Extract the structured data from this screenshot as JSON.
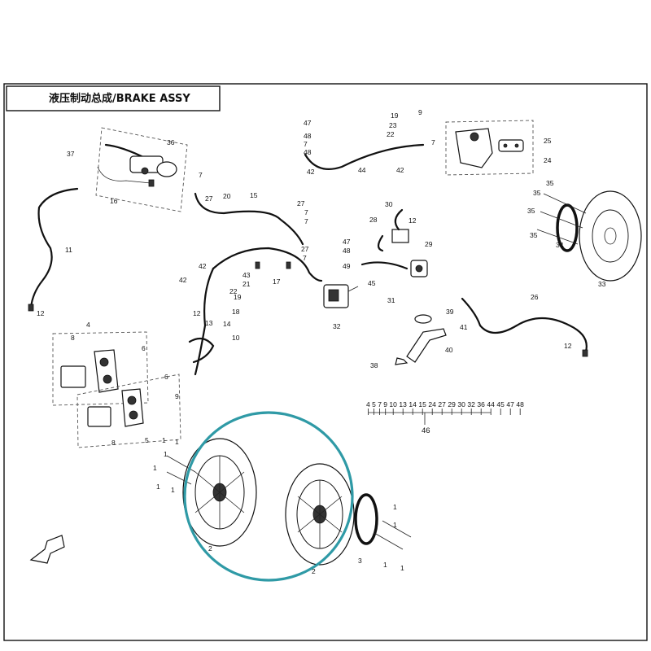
{
  "title": "液压制动总成/BRAKE ASSY",
  "group_numbers": [
    "4",
    "5",
    "7",
    "9",
    "10",
    "13",
    "14",
    "15",
    "24",
    "27",
    "29",
    "30",
    "32",
    "36",
    "44",
    "45",
    "47",
    "48"
  ],
  "group_label": "46",
  "callouts": [
    {
      "id": "c36",
      "label": "36"
    },
    {
      "id": "c37",
      "label": "37"
    },
    {
      "id": "c16",
      "label": "16"
    },
    {
      "id": "c7a",
      "label": "7"
    },
    {
      "id": "c27a",
      "label": "27"
    },
    {
      "id": "c20",
      "label": "20"
    },
    {
      "id": "c15",
      "label": "15"
    },
    {
      "id": "c11",
      "label": "11"
    },
    {
      "id": "c12a",
      "label": "12"
    },
    {
      "id": "c47a",
      "label": "47"
    },
    {
      "id": "c48a",
      "label": "48"
    },
    {
      "id": "c48b",
      "label": "48"
    },
    {
      "id": "c7b",
      "label": "7"
    },
    {
      "id": "c42a",
      "label": "42"
    },
    {
      "id": "c44",
      "label": "44"
    },
    {
      "id": "c19a",
      "label": "19"
    },
    {
      "id": "c23",
      "label": "23"
    },
    {
      "id": "c22a",
      "label": "22"
    },
    {
      "id": "c42b",
      "label": "42"
    },
    {
      "id": "c9a",
      "label": "9"
    },
    {
      "id": "c7c",
      "label": "7"
    },
    {
      "id": "c25",
      "label": "25"
    },
    {
      "id": "c24",
      "label": "24"
    },
    {
      "id": "c35a",
      "label": "35"
    },
    {
      "id": "c35b",
      "label": "35"
    },
    {
      "id": "c35c",
      "label": "35"
    },
    {
      "id": "c35d",
      "label": "35"
    },
    {
      "id": "c34",
      "label": "34"
    },
    {
      "id": "c33",
      "label": "33"
    },
    {
      "id": "c27b",
      "label": "27"
    },
    {
      "id": "c7d",
      "label": "7"
    },
    {
      "id": "c7e",
      "label": "7"
    },
    {
      "id": "c27c",
      "label": "27"
    },
    {
      "id": "c7f",
      "label": "7"
    },
    {
      "id": "c17",
      "label": "17"
    },
    {
      "id": "c42c",
      "label": "42"
    },
    {
      "id": "c42d",
      "label": "42"
    },
    {
      "id": "c43",
      "label": "43"
    },
    {
      "id": "c21",
      "label": "21"
    },
    {
      "id": "c22b",
      "label": "22"
    },
    {
      "id": "c19b",
      "label": "19"
    },
    {
      "id": "c12b",
      "label": "12"
    },
    {
      "id": "c18",
      "label": "18"
    },
    {
      "id": "c14",
      "label": "14"
    },
    {
      "id": "c13",
      "label": "13"
    },
    {
      "id": "c10",
      "label": "10"
    },
    {
      "id": "c28",
      "label": "28"
    },
    {
      "id": "c30",
      "label": "30"
    },
    {
      "id": "c12c",
      "label": "12"
    },
    {
      "id": "c47b",
      "label": "47"
    },
    {
      "id": "c48c",
      "label": "48"
    },
    {
      "id": "c49",
      "label": "49"
    },
    {
      "id": "c45",
      "label": "45"
    },
    {
      "id": "c29",
      "label": "29"
    },
    {
      "id": "c31",
      "label": "31"
    },
    {
      "id": "c32",
      "label": "32"
    },
    {
      "id": "c26",
      "label": "26"
    },
    {
      "id": "c12d",
      "label": "12"
    },
    {
      "id": "c39",
      "label": "39"
    },
    {
      "id": "c41",
      "label": "41"
    },
    {
      "id": "c40",
      "label": "40"
    },
    {
      "id": "c38",
      "label": "38"
    },
    {
      "id": "c8a",
      "label": "8"
    },
    {
      "id": "c4",
      "label": "4"
    },
    {
      "id": "c6a",
      "label": "6"
    },
    {
      "id": "c6b",
      "label": "6"
    },
    {
      "id": "c9b",
      "label": "9"
    },
    {
      "id": "c8b",
      "label": "8"
    },
    {
      "id": "c5",
      "label": "5"
    },
    {
      "id": "c1a",
      "label": "1"
    },
    {
      "id": "c1b",
      "label": "1"
    },
    {
      "id": "c1c",
      "label": "1"
    },
    {
      "id": "c1d",
      "label": "1"
    },
    {
      "id": "c1e",
      "label": "1"
    },
    {
      "id": "c1f",
      "label": "1"
    },
    {
      "id": "c1g",
      "label": "1"
    },
    {
      "id": "c1h",
      "label": "1"
    },
    {
      "id": "c1i",
      "label": "1"
    },
    {
      "id": "c1j",
      "label": "1"
    },
    {
      "id": "c2a",
      "label": "2"
    },
    {
      "id": "c2b",
      "label": "2"
    },
    {
      "id": "c3",
      "label": "3"
    }
  ],
  "colors": {
    "highlight_circle": "#2f9aa6",
    "ink": "#111111"
  }
}
